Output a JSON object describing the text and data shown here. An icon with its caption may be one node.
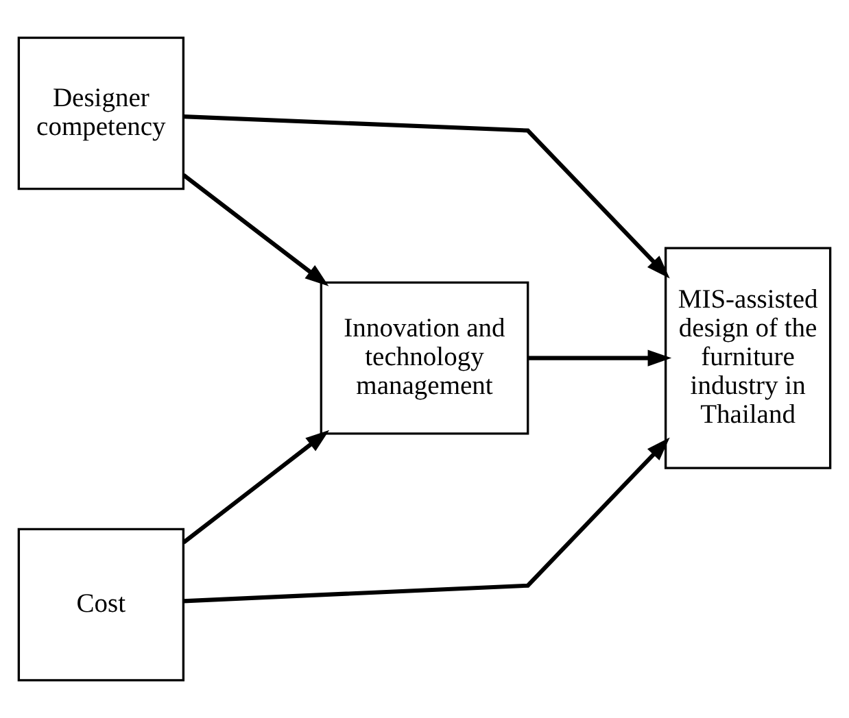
{
  "diagram": {
    "nodes": [
      {
        "text": [
          "Designer competency"
        ]
      },
      {
        "text": [
          "Innovation and technology management"
        ]
      },
      {
        "text": [
          "MIS-assisted design of the furniture industry in Thailand"
        ]
      },
      {
        "text": [
          "Cost"
        ]
      }
    ],
    "edges": [
      {
        "from": 0,
        "to": 2,
        "arrow": "to"
      },
      {
        "from": 0,
        "to": 1,
        "arrow": "to"
      },
      {
        "from": 1,
        "to": 2,
        "arrow": "to"
      },
      {
        "from": 3,
        "to": 1,
        "arrow": "to"
      },
      {
        "from": 3,
        "to": 2,
        "arrow": "to"
      }
    ]
  }
}
